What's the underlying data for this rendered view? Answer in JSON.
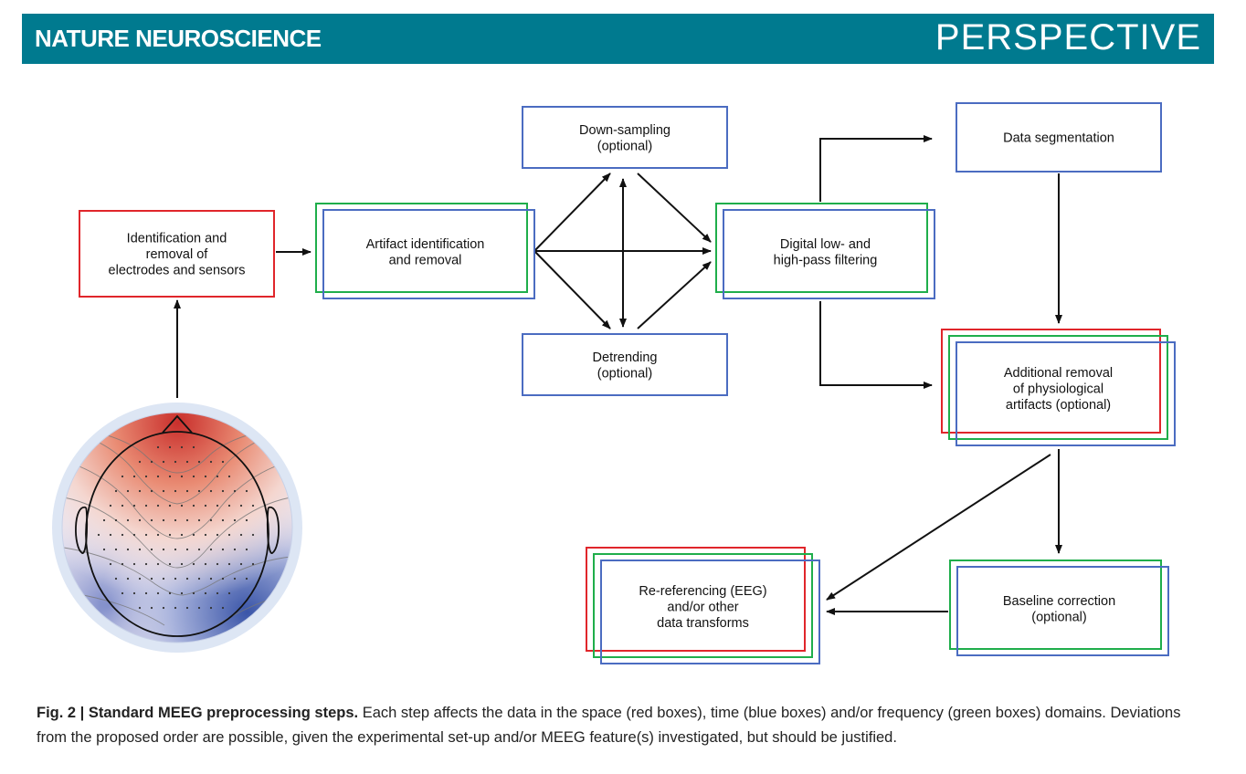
{
  "header": {
    "journal": "NATURE NEUROSCIENCE",
    "section": "PERSPECTIVE"
  },
  "colors": {
    "header_bg": "#007a8f",
    "space_box": "#e0262b",
    "time_box": "#4b6cc1",
    "frequency_box": "#1fae4b"
  },
  "nodes": [
    {
      "id": "electrodes",
      "lines": [
        "Identification and",
        "removal of",
        "electrodes and sensors"
      ],
      "domains": [
        "space"
      ]
    },
    {
      "id": "artifact",
      "lines": [
        "Artifact identification",
        "and removal"
      ],
      "domains": [
        "frequency",
        "time"
      ]
    },
    {
      "id": "downsampling",
      "lines": [
        "Down-sampling",
        "(optional)"
      ],
      "domains": [
        "time"
      ]
    },
    {
      "id": "detrending",
      "lines": [
        "Detrending",
        "(optional)"
      ],
      "domains": [
        "time"
      ]
    },
    {
      "id": "filtering",
      "lines": [
        "Digital low- and",
        "high-pass filtering"
      ],
      "domains": [
        "frequency",
        "time"
      ]
    },
    {
      "id": "segmentation",
      "lines": [
        "Data segmentation"
      ],
      "domains": [
        "time"
      ]
    },
    {
      "id": "physio",
      "lines": [
        "Additional removal",
        "of physiological",
        "artifacts (optional)"
      ],
      "domains": [
        "space",
        "frequency",
        "time"
      ]
    },
    {
      "id": "baseline",
      "lines": [
        "Baseline correction",
        "(optional)"
      ],
      "domains": [
        "frequency",
        "time"
      ]
    },
    {
      "id": "rereferencing",
      "lines": [
        "Re-referencing (EEG)",
        "and/or other",
        "data transforms"
      ],
      "domains": [
        "space",
        "frequency",
        "time"
      ]
    }
  ],
  "edges": [
    {
      "from": "topomap",
      "to": "electrodes"
    },
    {
      "from": "electrodes",
      "to": "artifact"
    },
    {
      "from": "artifact",
      "to": "downsampling"
    },
    {
      "from": "artifact",
      "to": "detrending"
    },
    {
      "from": "artifact",
      "to": "filtering"
    },
    {
      "from": "downsampling",
      "to": "filtering"
    },
    {
      "from": "detrending",
      "to": "filtering"
    },
    {
      "from": "downsampling",
      "to": "detrending",
      "bidirectional": true
    },
    {
      "from": "filtering",
      "to": "segmentation"
    },
    {
      "from": "filtering",
      "to": "physio"
    },
    {
      "from": "segmentation",
      "to": "physio"
    },
    {
      "from": "physio",
      "to": "baseline"
    },
    {
      "from": "physio",
      "to": "rereferencing"
    },
    {
      "from": "baseline",
      "to": "rereferencing"
    }
  ],
  "caption": {
    "label": "Fig. 2 | Standard MEEG preprocessing steps.",
    "text": " Each step affects the data in the space (red boxes), time (blue boxes) and/or frequency (green boxes) domains. Deviations from the proposed order are possible, given the experimental set-up and/or MEEG feature(s) investigated, but should be justified."
  }
}
